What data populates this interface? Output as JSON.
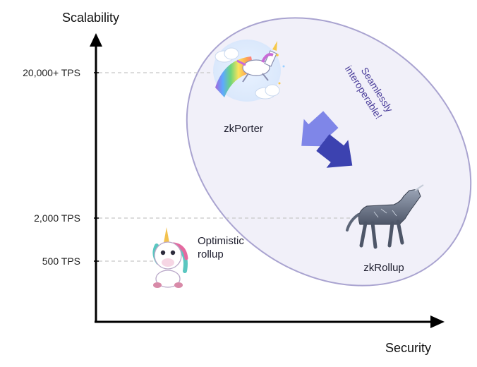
{
  "axes": {
    "y_title": "Scalability",
    "x_title": "Security"
  },
  "ticks": [
    {
      "label": "20,000+ TPS"
    },
    {
      "label": "2,000 TPS"
    },
    {
      "label": "500 TPS"
    }
  ],
  "items": {
    "zkporter": {
      "label": "zkPorter"
    },
    "zkrollup": {
      "label": "zkRollup"
    },
    "optimistic": {
      "line1": "Optimistic",
      "line2": "rollup"
    }
  },
  "callout": {
    "line1": "Seamlessly",
    "line2": "interoperable!"
  },
  "colors": {
    "ellipse_fill": "#f1f0f9",
    "ellipse_stroke": "#a9a3d0",
    "arrow_light": "#7f86e8",
    "arrow_dark": "#3c42b0",
    "callout_text": "#4a3d9a",
    "axis": "#000000"
  },
  "icons": {
    "zkporter": "rainbow-unicorn-icon",
    "zkrollup": "robot-unicorn-icon",
    "optimistic": "cute-unicorn-icon"
  }
}
